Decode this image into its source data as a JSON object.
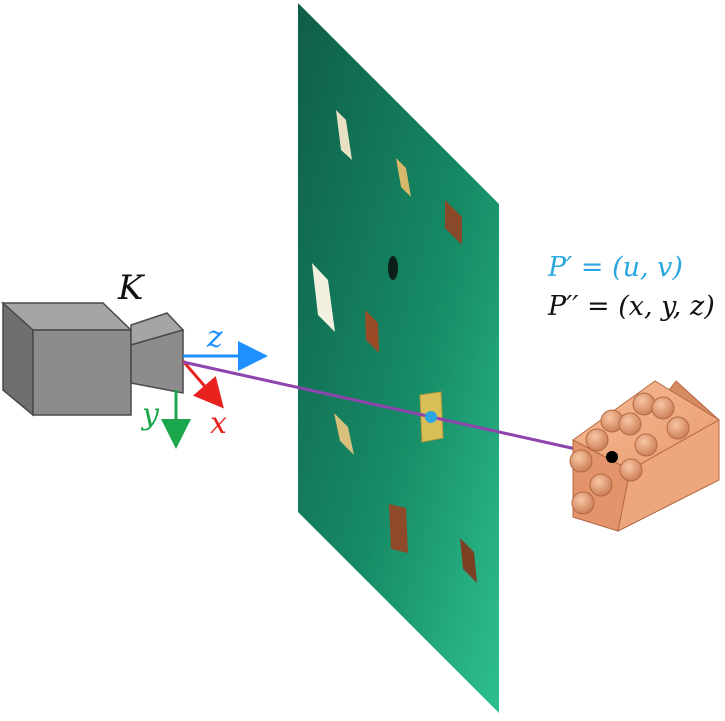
{
  "camera": {
    "label": "K",
    "axes": {
      "z": "z",
      "x": "x",
      "y": "y"
    }
  },
  "image_plane": {
    "point_label": "P′ = (u, v)",
    "plane_color": "#1f8a66"
  },
  "object": {
    "point_label": "P′′ = (x, y, z)",
    "brick_color": "#f0a77f"
  },
  "colors": {
    "z_axis": "#1e90ff",
    "x_axis": "#e8231f",
    "y_axis": "#1aa64a",
    "ray": "#8e44ad",
    "projected_point": "#2aa7e0",
    "world_point": "#000000",
    "camera_body": "#8c8c8c",
    "label_blue": "#2aa7e0",
    "label_black": "#111111"
  }
}
